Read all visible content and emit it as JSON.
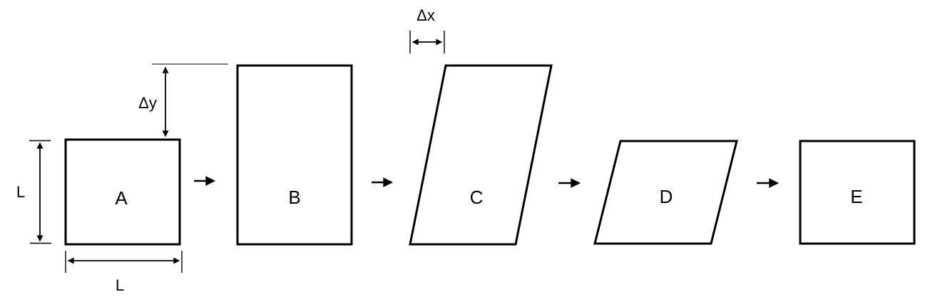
{
  "colors": {
    "stroke": "#000000",
    "background": "#ffffff"
  },
  "shapes": [
    {
      "label": "A"
    },
    {
      "label": "B"
    },
    {
      "label": "C"
    },
    {
      "label": "D"
    },
    {
      "label": "E"
    }
  ],
  "dimensions": {
    "height_label": "L",
    "width_label": "L",
    "delta_y_label": "Δy",
    "delta_x_label": "Δx"
  }
}
